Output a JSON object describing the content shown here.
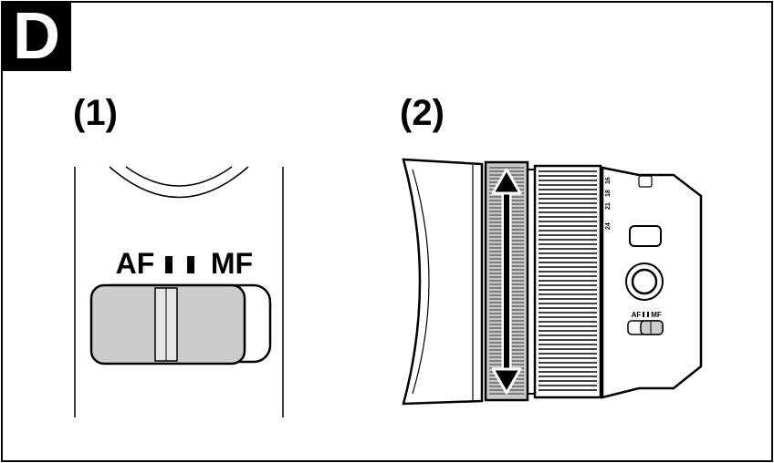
{
  "figure": {
    "badge": "D",
    "panels": [
      {
        "label": "(1)",
        "switch": {
          "left": "AF",
          "right": "MF"
        }
      },
      {
        "label": "(2)",
        "switch": {
          "left": "AF",
          "right": "MF"
        },
        "focal_marks": [
          "16",
          "18",
          "21",
          "24"
        ]
      }
    ]
  },
  "colors": {
    "switch_fill": "#cccccc",
    "ring_fill": "#c8c8c8",
    "outline": "#000000"
  }
}
